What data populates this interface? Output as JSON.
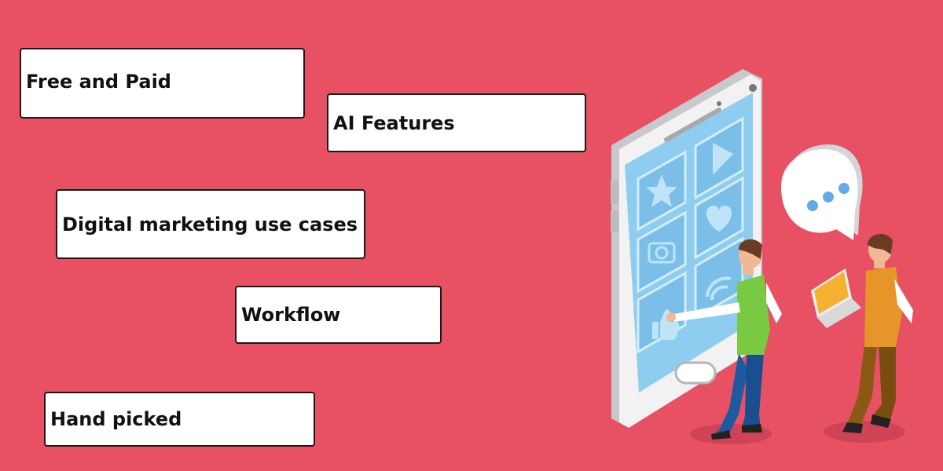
{
  "labels": {
    "free_paid": "Free and Paid",
    "ai_features": "AI Features",
    "digital_marketing": "Digital marketing use cases",
    "workflow": "Workflow",
    "hand_picked": "Hand picked"
  },
  "colors": {
    "background": "#e85163",
    "box_fill": "#ffffff",
    "box_border": "#1a1a1a",
    "screen_blue": "#8fcdf0",
    "tile_blue": "#7bbfe8"
  },
  "icons": [
    "star-icon",
    "play-icon",
    "camera-icon",
    "heart-icon",
    "thumbs-up-icon",
    "wifi-icon",
    "speech-bubble-icon",
    "laptop-icon"
  ]
}
